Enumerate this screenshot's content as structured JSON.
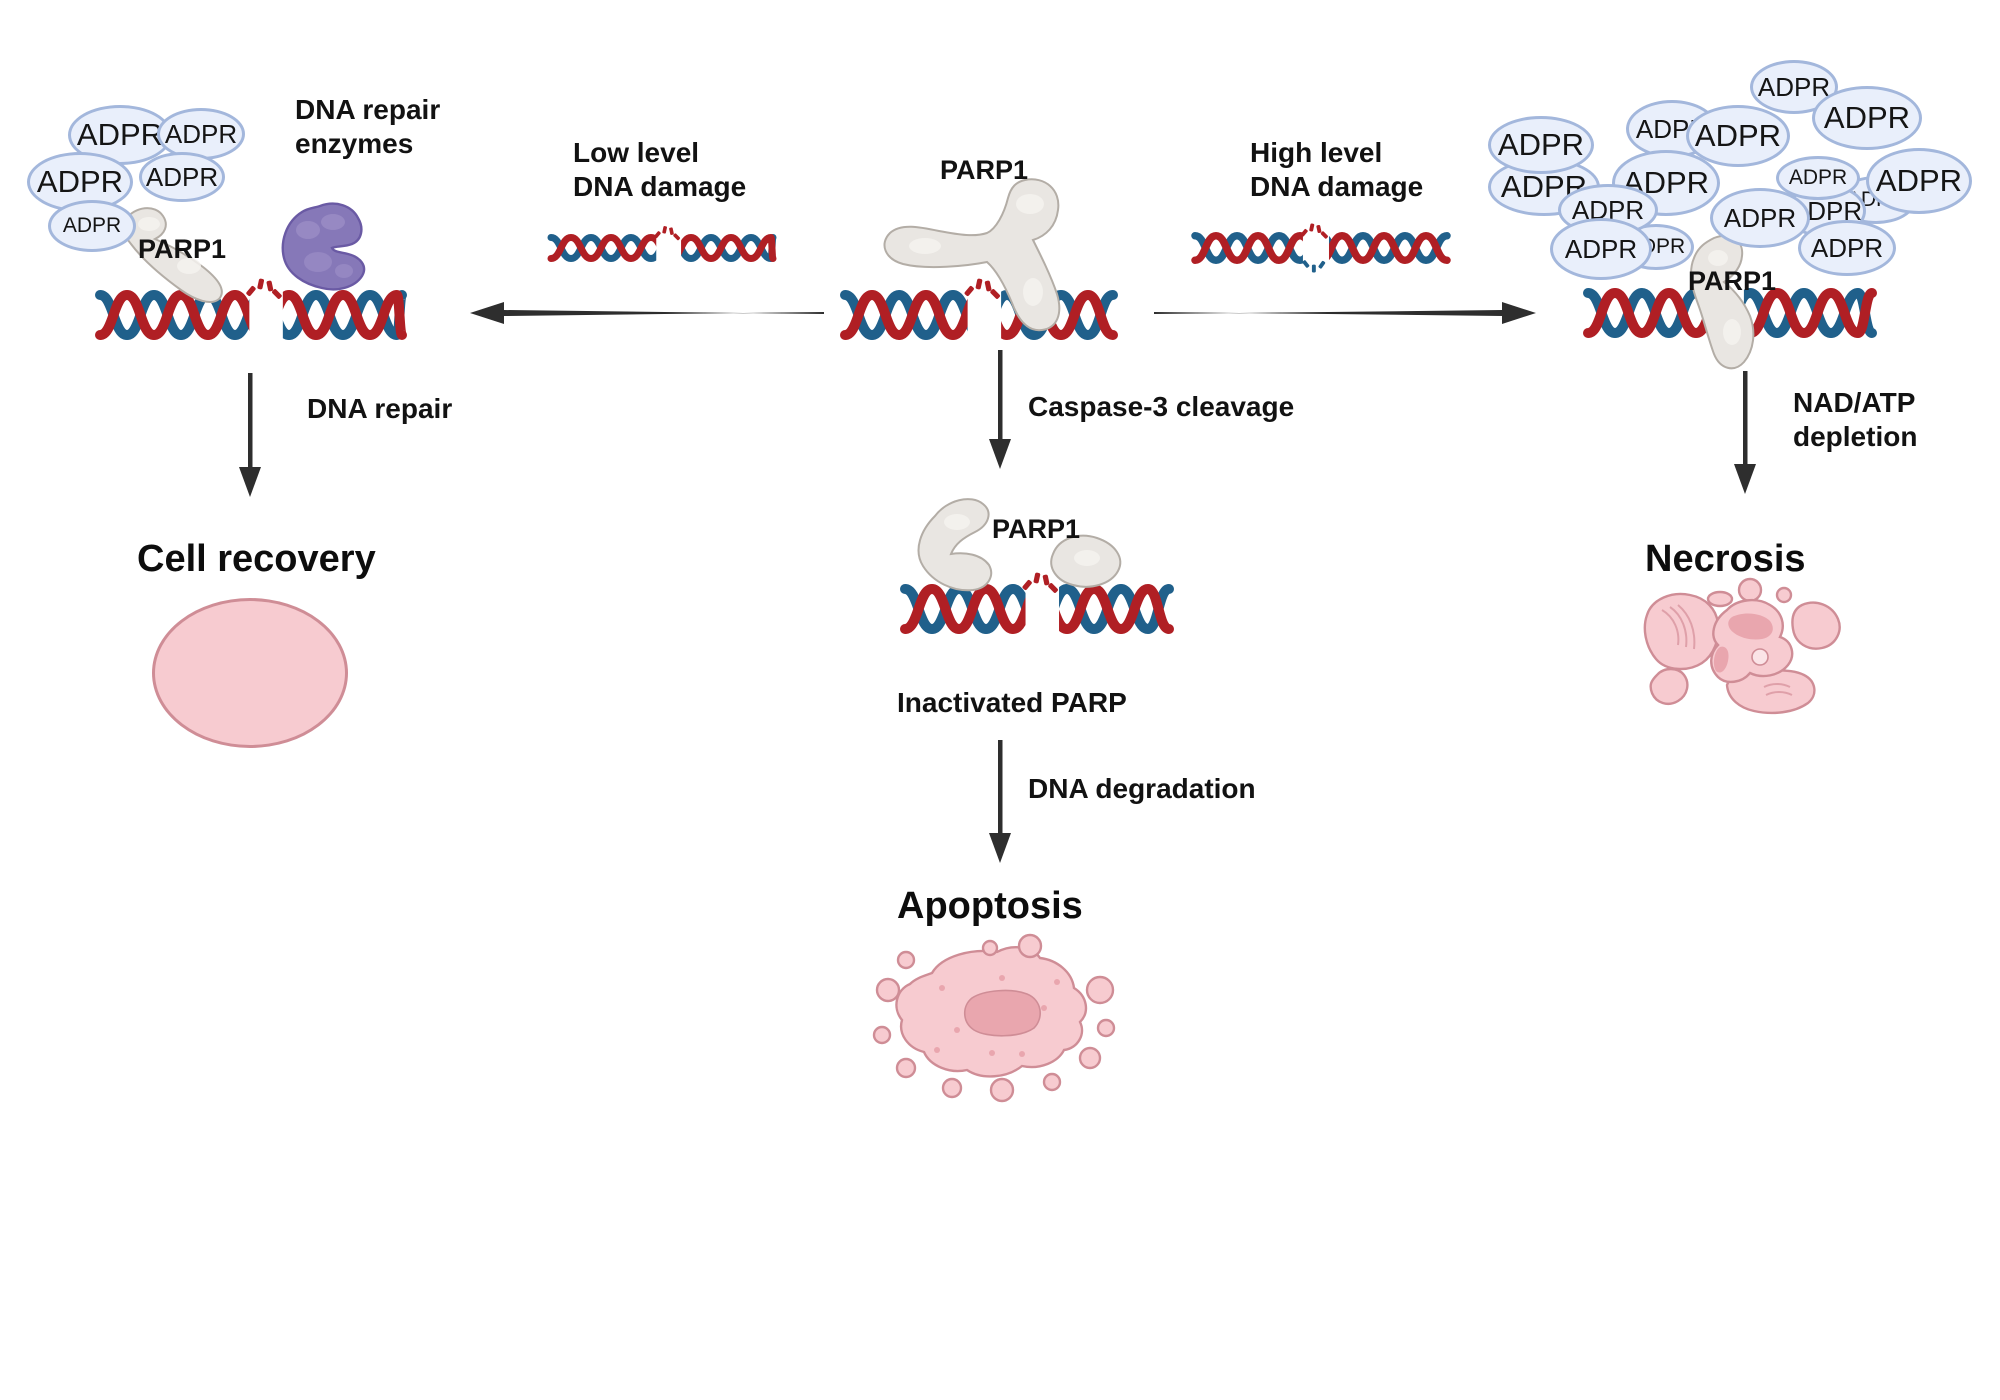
{
  "palette": {
    "text": "#111111",
    "arrow": "#2e2e2e",
    "dna_red": "#b01f24",
    "dna_blue": "#20608b",
    "adpr_fill": "#e9effb",
    "adpr_stroke": "#a3b7dc",
    "enzyme_fill": "#8678b8",
    "enzyme_stroke": "#6a5aa4",
    "enzyme_light": "#9b8dc6",
    "protein_fill": "#e9e6e2",
    "protein_stroke": "#b3ada6",
    "cell_fill": "#f7cbd0",
    "cell_stroke": "#cf8d96",
    "cell_dark": "#e9a6ae",
    "cell_line": "#dfa0a9"
  },
  "triggers": {
    "low": {
      "line1": "Low level",
      "line2": "DNA damage"
    },
    "high": {
      "line1": "High level",
      "line2": "DNA damage"
    }
  },
  "left_branch": {
    "adpr_bubbles": [
      "ADPR",
      "ADPR",
      "ADPR",
      "ADPR",
      "ADPR"
    ],
    "parp1_label": "PARP1",
    "enzymes_label": {
      "line1": "DNA repair",
      "line2": "enzymes"
    },
    "step_label": "DNA repair",
    "outcome": "Cell recovery"
  },
  "center_branch": {
    "parp1_label": "PARP1",
    "step1_label": "Caspase-3 cleavage",
    "cleaved_parp1_label": "PARP1",
    "state_label": "Inactivated PARP",
    "step2_label": "DNA degradation",
    "outcome": "Apoptosis"
  },
  "right_branch": {
    "adpr_bubbles": [
      "ADPR",
      "ADPR",
      "ADPR",
      "ADPR",
      "ADPR",
      "ADPR",
      "ADPR",
      "ADPR",
      "ADPR",
      "ADPR",
      "ADPR",
      "ADPR",
      "ADPR",
      "ADPR",
      "ADPR",
      "ADPR"
    ],
    "parp1_label": "PARP1",
    "step_label": {
      "line1": "NAD/ATP",
      "line2": "depletion"
    },
    "outcome": "Necrosis"
  }
}
